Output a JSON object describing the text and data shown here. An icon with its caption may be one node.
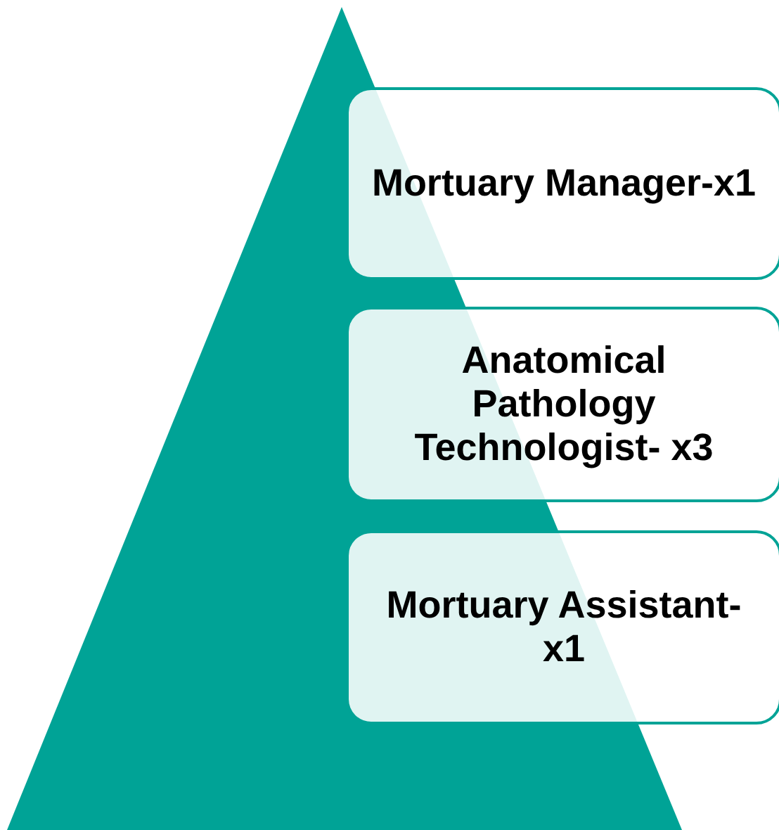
{
  "diagram": {
    "nodes": [
      {
        "text": [
          "Mortuary Manager-x1"
        ]
      },
      {
        "text": [
          "Anatomical Pathology Technologist- x3"
        ]
      },
      {
        "text": [
          "Mortuary Assistant- x1"
        ]
      }
    ]
  }
}
